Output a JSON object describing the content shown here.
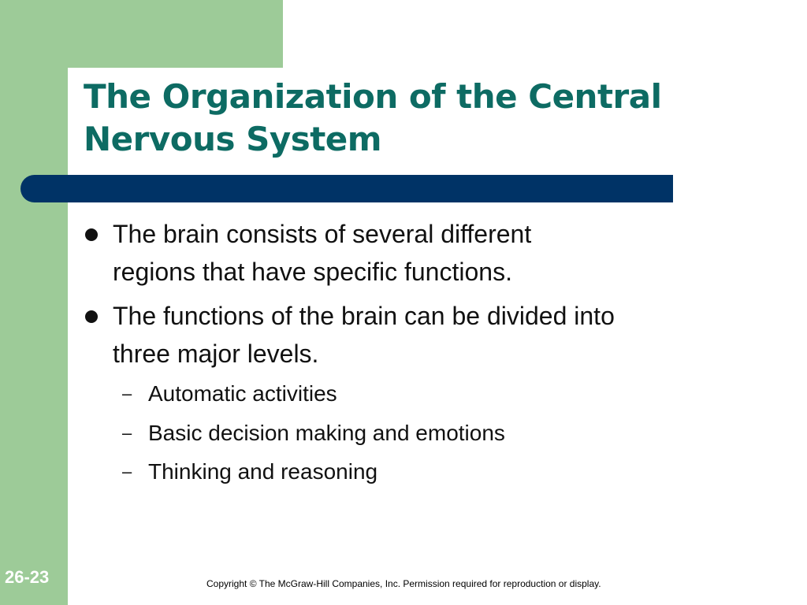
{
  "slide": {
    "title_line1": "The Organization of the Central",
    "title_line2": "Nervous System",
    "bullets": [
      {
        "line1": "The brain consists of several different",
        "line2": "regions that have specific functions."
      },
      {
        "line1": "The functions of the brain can be divided into",
        "line2": "three major levels.",
        "sub": [
          "Automatic activities",
          "Basic decision making and emotions",
          "Thinking and reasoning"
        ]
      }
    ],
    "dash_glyph": "–",
    "slide_number": "26-23",
    "copyright": "Copyright © The McGraw-Hill Companies, Inc. Permission required for reproduction or display."
  },
  "colors": {
    "green_panel": "#9dcb98",
    "title_teal": "#0d6b63",
    "rule_navy": "#003366",
    "body_text": "#111111"
  }
}
